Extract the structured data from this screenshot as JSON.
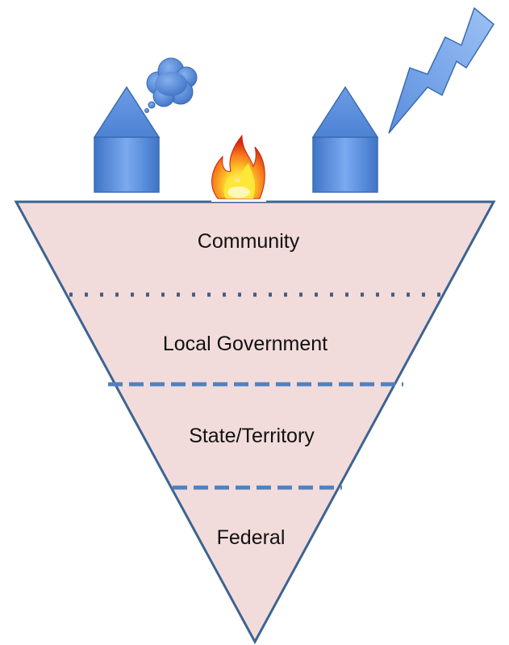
{
  "diagram": {
    "levels": [
      {
        "label": "Community"
      },
      {
        "label": "Local Government"
      },
      {
        "label": "State/Territory"
      },
      {
        "label": "Federal"
      }
    ],
    "colors": {
      "funnel_fill": "#f2dcdb",
      "funnel_stroke": "#3d6391",
      "separator": "#4f81bd",
      "house_fill": "#5b8fdc",
      "house_stroke": "#3c6bb0",
      "fire_outer": "#e8361c",
      "fire_inner": "#ffe23b"
    },
    "icons": [
      "house-icon",
      "thought-cloud-icon",
      "fire-icon",
      "lightning-bolt-icon"
    ]
  }
}
